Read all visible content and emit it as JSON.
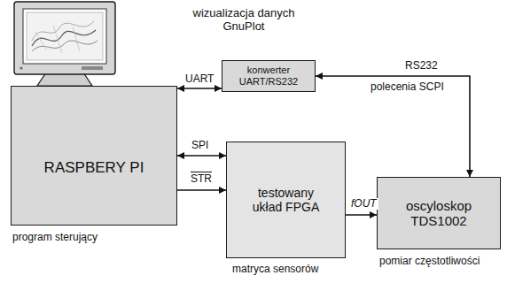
{
  "diagram": {
    "nodes": [
      {
        "text": [
          "konwerter UART/RS232"
        ]
      },
      {
        "text": [
          "RASPBERY PI"
        ]
      },
      {
        "text": [
          "testowany układ FPGA"
        ]
      },
      {
        "text": [
          "oscyloskop TDS1002"
        ]
      }
    ],
    "edges": [
      {
        "from": 1,
        "to": 0,
        "label": "UART",
        "arrow": "both"
      },
      {
        "from": 3,
        "to": 0,
        "label": "RS232",
        "arrow": "both"
      },
      {
        "from": 1,
        "to": 2,
        "label": "SPI",
        "arrow": "both"
      },
      {
        "from": 1,
        "to": 2,
        "label": "STR",
        "arrow": "to"
      },
      {
        "from": 2,
        "to": 3,
        "label": "fOUT",
        "arrow": "to"
      }
    ],
    "labels": [
      "wizualizacja danych GnuPlot",
      "polecenia SCPI",
      "program sterujący",
      "matryca sensorów",
      "pomiar częstotliwości"
    ]
  }
}
